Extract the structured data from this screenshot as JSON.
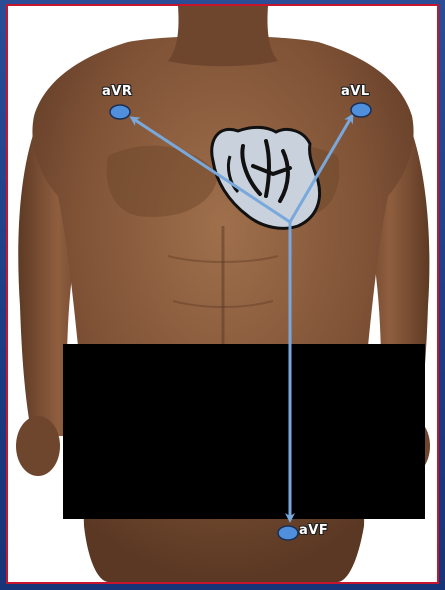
{
  "labels": {
    "avr": "aVR",
    "avl": "aVL",
    "avf": "aVF"
  },
  "colors": {
    "background": "#1f3f86",
    "frame_border": "#c7162b",
    "lead_vector": "#79a8dc",
    "electrode_fill": "#4f8fdc",
    "skin": "#8a5a3c",
    "heart_fill": "#c9d2dc",
    "censor_bar": "#000000"
  },
  "icons": {
    "avr_electrode": "electrode-dot",
    "avl_electrode": "electrode-dot",
    "avf_electrode": "electrode-dot",
    "heart": "heart-diagram-icon"
  }
}
